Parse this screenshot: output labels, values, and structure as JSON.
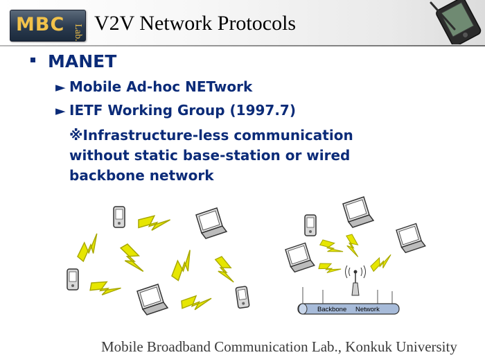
{
  "header": {
    "logo_main": "MBC",
    "logo_sub": "Lab.",
    "title": "V2V Network Protocols"
  },
  "bullets": {
    "main": "MANET",
    "sub1": "Mobile Ad-hoc NETwork",
    "sub2": "IETF Working Group (1997.7)",
    "note_line1": "※Infrastructure-less communication",
    "note_line2": "without static base-station or wired",
    "note_line3": "backbone network"
  },
  "diagram": {
    "backbone_label": "Backbone",
    "network_label": "Network"
  },
  "footer": {
    "text": "Mobile Broadband Communication Lab., Konkuk University"
  },
  "colors": {
    "text_blue": "#0b2b78",
    "lightning": "#e6e600",
    "logo_gold": "#f2c24a"
  }
}
